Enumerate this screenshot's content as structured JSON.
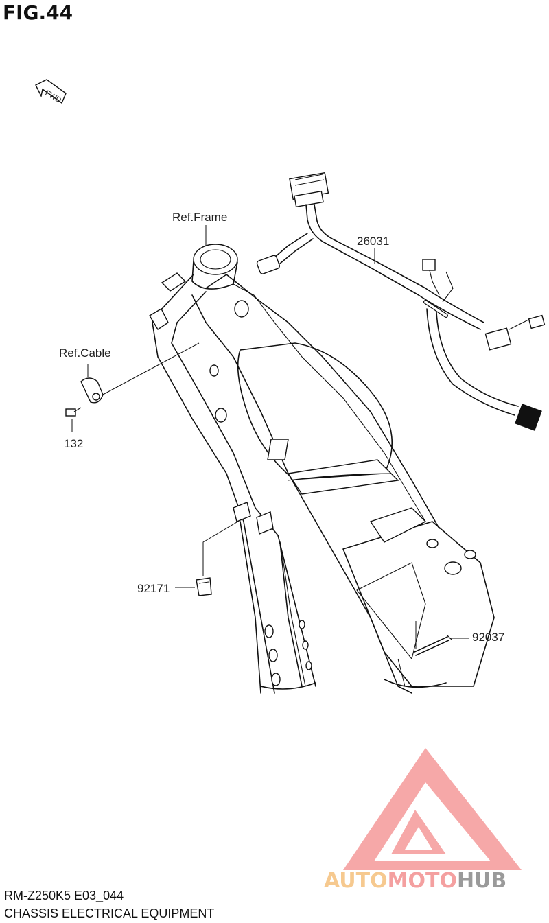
{
  "figure": {
    "title": "FIG.44"
  },
  "arrow": {
    "label": "FWD"
  },
  "labels": {
    "ref_frame": "Ref.Frame",
    "ref_cable": "Ref.Cable",
    "part_26031": "26031",
    "part_132": "132",
    "part_92171": "92171",
    "part_92037": "92037"
  },
  "footer": {
    "code": "RM-Z250K5 E03_044",
    "name": "CHASSIS ELECTRICAL EQUIPMENT"
  },
  "watermark": {
    "text_a": "AUTO",
    "text_b": "MOTO",
    "text_c": "HUB",
    "colors": {
      "auto": "#f6c98f",
      "moto": "#f4a0a0",
      "hub": "#9a9a9a",
      "logo": "#f59a9a"
    }
  }
}
